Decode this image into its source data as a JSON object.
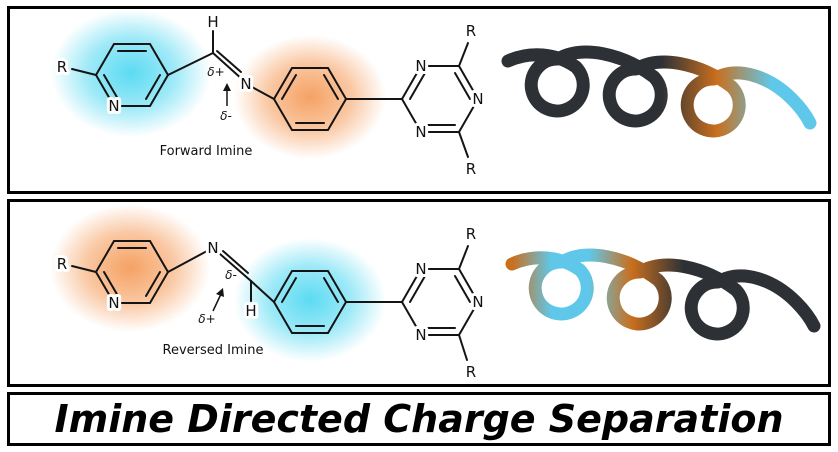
{
  "title": "Imine Directed Charge Separation",
  "colors": {
    "glow_cyan": "#3fd4f0",
    "glow_orange": "#f49148",
    "helix_dark": "#2d3136",
    "helix_orange": "#c96f1e",
    "helix_cyan": "#5fc8ea"
  },
  "atoms": {
    "nitrogen": "N",
    "hydrogen": "H",
    "substituent": "R",
    "delta_plus": "δ+",
    "delta_minus": "δ-"
  },
  "panels": {
    "forward": {
      "caption": "Forward Imine"
    },
    "reversed": {
      "caption": "Reversed Imine"
    }
  }
}
